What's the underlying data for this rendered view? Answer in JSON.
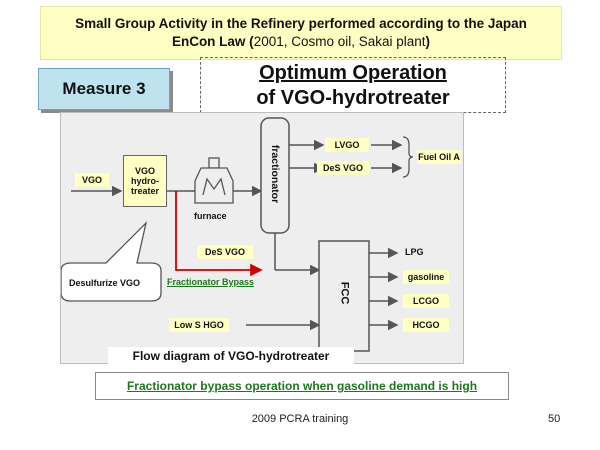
{
  "header": {
    "line1": "Small Group Activity in the Refinery performed according to the Japan",
    "line2_bold": "EnCon Law (",
    "line2_light": "2001, Cosmo oil, Sakai plant",
    "line2_end": ")"
  },
  "measure_label": "Measure 3",
  "title": {
    "line1": "Optimum Operation",
    "line2": "of VGO-hydrotreater"
  },
  "diagram": {
    "vgo": "VGO",
    "vgo_hydrotreater": "VGO hydro- treater",
    "furnace": "furnace",
    "fractionator": "fractionator",
    "lvgo": "LVGO",
    "des_vgo_top": "DeS VGO",
    "fuel_oil_a": "Fuel Oil A",
    "des_vgo_mid": "DeS VGO",
    "fractionator_bypass": "Fractionator Bypass",
    "desulfurize_vgo": "Desulfurize VGO",
    "low_s_hgo": "Low S HGO",
    "fcc": "FCC",
    "lpg": "LPG",
    "gasoline": "gasoline",
    "lcgo": "LCGO",
    "hcgo": "HCGO",
    "caption": "Flow diagram of VGO-hydrotreater"
  },
  "note": "Fractionator bypass operation when gasoline demand is high",
  "footer": {
    "text": "2009 PCRA training",
    "page": "50"
  },
  "colors": {
    "bypass_line": "#cc0000",
    "note_text": "#1a7a1a",
    "label_bg": "#ffffc4",
    "measure_bg": "#bfe3ee"
  }
}
